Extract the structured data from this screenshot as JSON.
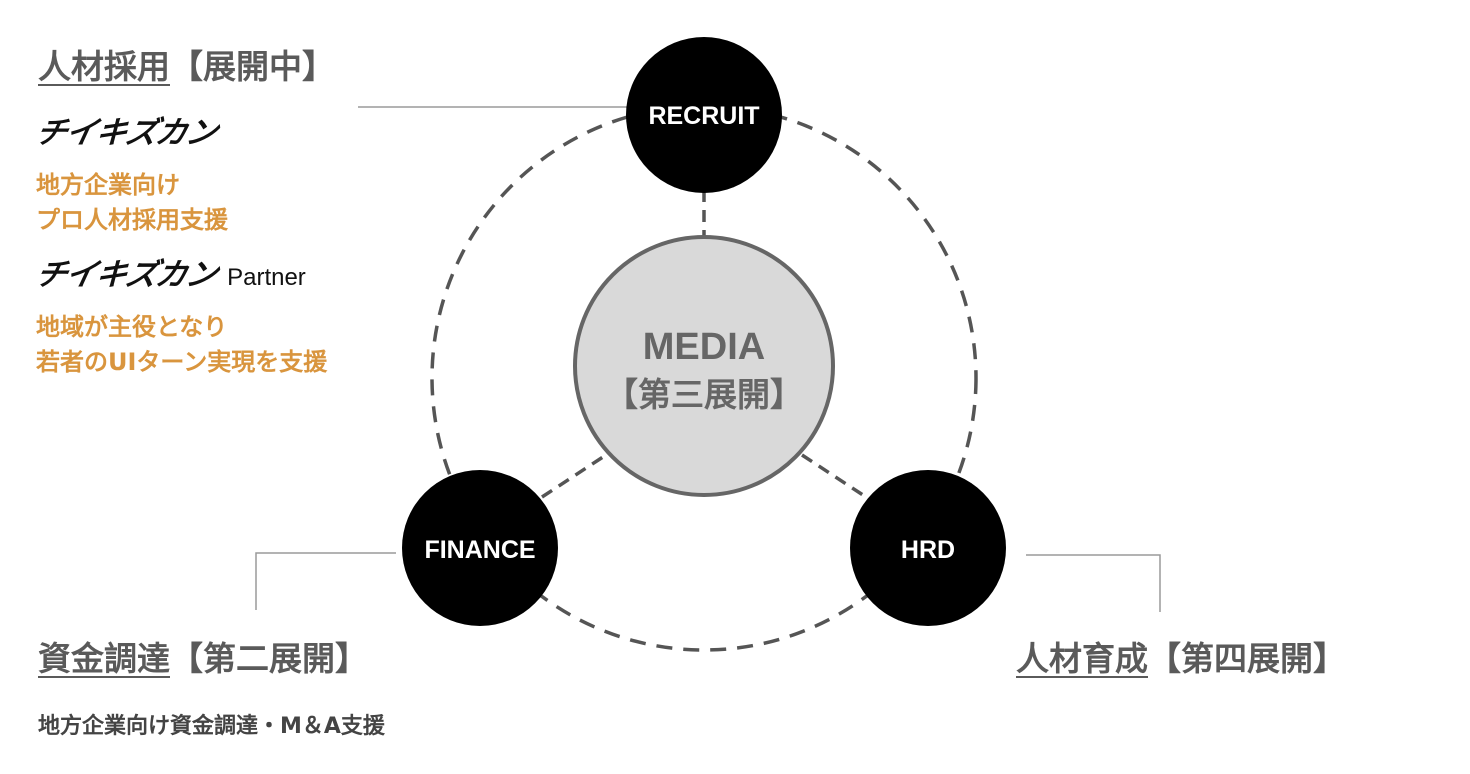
{
  "center": {
    "line1": "MEDIA",
    "line2": "【第三展開】"
  },
  "nodes": {
    "recruit": "RECRUIT",
    "finance": "FINANCE",
    "hrd": "HRD"
  },
  "recruit_section": {
    "title": "人材採用",
    "status": "【展開中】",
    "logo1": "チイキズカン",
    "desc1_line1": "地方企業向け",
    "desc1_line2": "プロ人材採用支援",
    "logo2": "チイキズカン",
    "logo2_suffix": "Partner",
    "desc2_line1": "地域が主役となり",
    "desc2_line2": "若者のUIターン実現を支援"
  },
  "finance_section": {
    "title": "資金調達",
    "status": "【第二展開】",
    "desc": "地方企業向け資金調達・M＆A支援"
  },
  "hrd_section": {
    "title": "人材育成",
    "status": "【第四展開】"
  },
  "colors": {
    "node_fill": "#000000",
    "center_fill": "#d9d9d9",
    "center_stroke": "#666666",
    "accent_orange": "#d9953e",
    "dash_stroke": "#555555"
  }
}
